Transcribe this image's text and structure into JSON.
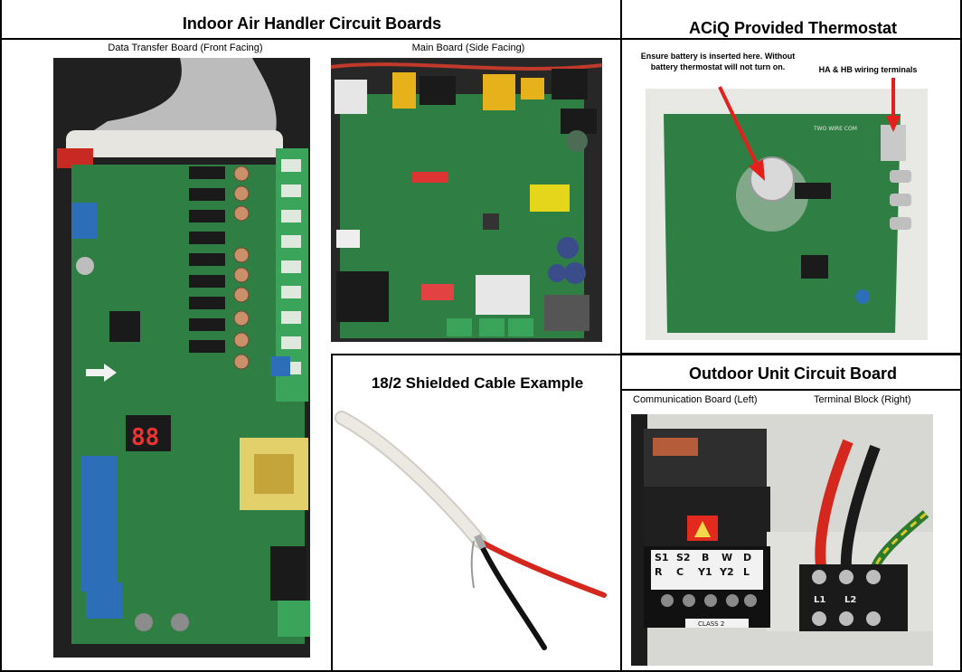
{
  "sections": {
    "indoor": {
      "title": "Indoor Air Handler Circuit Boards",
      "photo_left_caption": "Data Transfer Board (Front Facing)",
      "photo_right_caption": "Main Board (Side Facing)"
    },
    "cable": {
      "title": "18/2 Shielded Cable Example"
    },
    "thermostat": {
      "title": "ACiQ Provided Thermostat",
      "note_battery": "Ensure battery is inserted here. Without battery thermostat will not turn on.",
      "note_terminals": "HA & HB wiring terminals",
      "board_print": "TWO WIRE COM"
    },
    "outdoor": {
      "title": "Outdoor Unit Circuit Board",
      "caption_left": "Communication Board (Left)",
      "caption_right": "Terminal Block (Right)",
      "terminal_top_labels": [
        "S1",
        "S2",
        "B",
        "W",
        "D"
      ],
      "terminal_bottom_labels": [
        "R",
        "C",
        "Y1",
        "Y2",
        "L"
      ],
      "block_labels": [
        "L1",
        "L2"
      ],
      "sticker_text": "CLASS 2"
    }
  },
  "colors": {
    "pcb_green": "#2f7f45",
    "arrow_red": "#e3201b",
    "wire_red": "#d4281f",
    "wire_black": "#111111",
    "cable_jacket": "#e9e7e0"
  }
}
